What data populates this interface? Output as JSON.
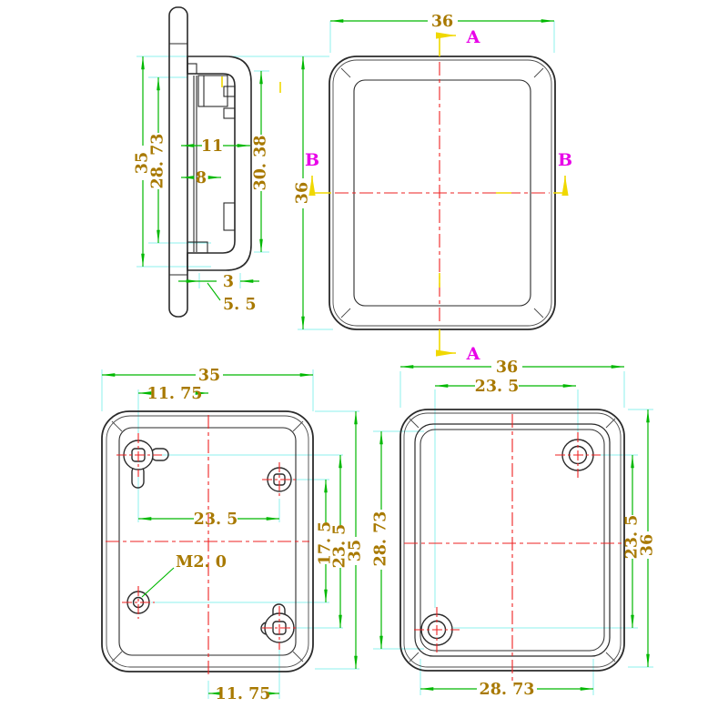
{
  "drawing": {
    "background": "#ffffff",
    "description": "Four-view CAD dimension drawing of a plastic enclosure cover",
    "colors": {
      "outline": "#2a2a2a",
      "hatch": "#d8ac45",
      "dimension_text": "#a87900",
      "dimension_line": "#00b800",
      "extension_line": "#8cf0ee",
      "centerline": "#ee2222",
      "section_letter": "#e800e8",
      "section_line": "#f0d800"
    }
  },
  "views": {
    "section": {
      "dims": {
        "overall_height": "35",
        "cavity_height": "28. 73",
        "boss_span": "11",
        "rib_span": "8",
        "body_height": "30. 38",
        "lip": "3",
        "flange": "5. 5"
      }
    },
    "top": {
      "dims": {
        "width": "36",
        "height": "36"
      },
      "sections": {
        "a_top": "A",
        "a_bottom": "A",
        "b_left": "B",
        "b_right": "B"
      }
    },
    "bottom": {
      "dims": {
        "width": "35",
        "hole_offset_top": "11. 75",
        "hole_pitch_x": "23. 5",
        "thread": "M2. 0",
        "hole_pitch_inner": "17. 5",
        "hole_pitch_y": "23. 5",
        "height": "35",
        "hole_offset_bottom": "11. 75"
      }
    },
    "inside": {
      "dims": {
        "width": "36",
        "hole_pitch_x": "23. 5",
        "cavity_height": "28. 73",
        "hole_pitch_y": "23. 5",
        "height": "36",
        "cavity_width": "28. 73"
      }
    }
  }
}
